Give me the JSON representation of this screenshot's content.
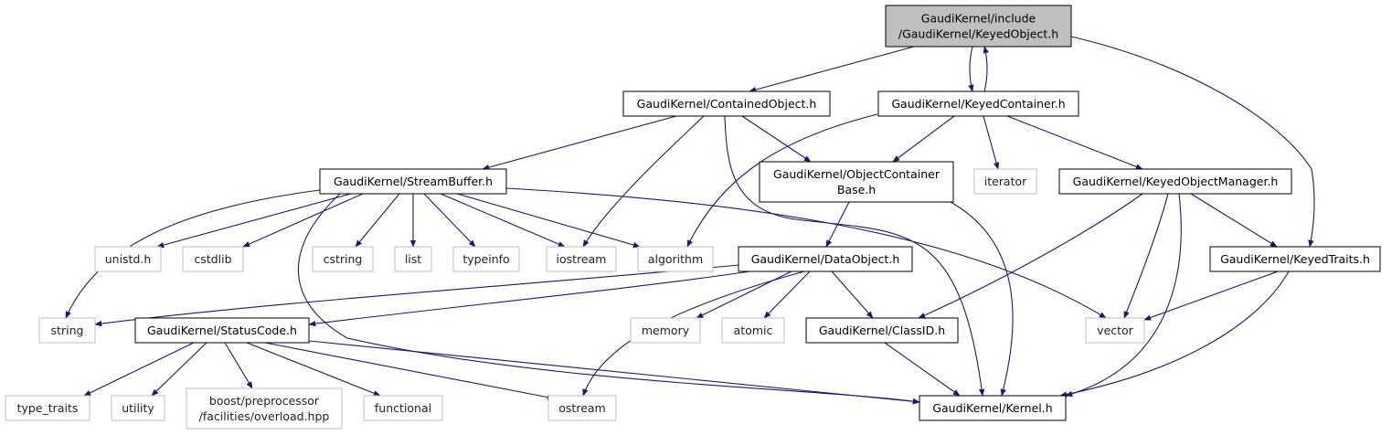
{
  "diagram": {
    "nodes": [
      {
        "id": "keyedobject",
        "lines": [
          "GaudiKernel/include",
          "/GaudiKernel/KeyedObject.h"
        ],
        "style": "root"
      },
      {
        "id": "containedobject",
        "lines": [
          "GaudiKernel/ContainedObject.h"
        ],
        "style": "linked"
      },
      {
        "id": "keyedcontainer",
        "lines": [
          "GaudiKernel/KeyedContainer.h"
        ],
        "style": "linked"
      },
      {
        "id": "streambuffer",
        "lines": [
          "GaudiKernel/StreamBuffer.h"
        ],
        "style": "linked"
      },
      {
        "id": "objectcontainerbase",
        "lines": [
          "GaudiKernel/ObjectContainer",
          "Base.h"
        ],
        "style": "linked"
      },
      {
        "id": "iterator",
        "lines": [
          "iterator"
        ],
        "style": "system"
      },
      {
        "id": "keyedobjectmanager",
        "lines": [
          "GaudiKernel/KeyedObjectManager.h"
        ],
        "style": "linked"
      },
      {
        "id": "unistd",
        "lines": [
          "unistd.h"
        ],
        "style": "system"
      },
      {
        "id": "cstdlib",
        "lines": [
          "cstdlib"
        ],
        "style": "system"
      },
      {
        "id": "cstring",
        "lines": [
          "cstring"
        ],
        "style": "system"
      },
      {
        "id": "list",
        "lines": [
          "list"
        ],
        "style": "system"
      },
      {
        "id": "typeinfo",
        "lines": [
          "typeinfo"
        ],
        "style": "system"
      },
      {
        "id": "iostream",
        "lines": [
          "iostream"
        ],
        "style": "system"
      },
      {
        "id": "algorithm",
        "lines": [
          "algorithm"
        ],
        "style": "system"
      },
      {
        "id": "dataobject",
        "lines": [
          "GaudiKernel/DataObject.h"
        ],
        "style": "linked"
      },
      {
        "id": "keyedtraits",
        "lines": [
          "GaudiKernel/KeyedTraits.h"
        ],
        "style": "linked"
      },
      {
        "id": "string",
        "lines": [
          "string"
        ],
        "style": "system"
      },
      {
        "id": "statuscode",
        "lines": [
          "GaudiKernel/StatusCode.h"
        ],
        "style": "linked"
      },
      {
        "id": "memory",
        "lines": [
          "memory"
        ],
        "style": "system"
      },
      {
        "id": "atomic",
        "lines": [
          "atomic"
        ],
        "style": "system"
      },
      {
        "id": "classid",
        "lines": [
          "GaudiKernel/ClassID.h"
        ],
        "style": "linked"
      },
      {
        "id": "vector",
        "lines": [
          "vector"
        ],
        "style": "system"
      },
      {
        "id": "type_traits",
        "lines": [
          "type_traits"
        ],
        "style": "system"
      },
      {
        "id": "utility",
        "lines": [
          "utility"
        ],
        "style": "system"
      },
      {
        "id": "boostpp",
        "lines": [
          "boost/preprocessor",
          "/facilities/overload.hpp"
        ],
        "style": "system"
      },
      {
        "id": "functional",
        "lines": [
          "functional"
        ],
        "style": "system"
      },
      {
        "id": "ostream",
        "lines": [
          "ostream"
        ],
        "style": "system"
      },
      {
        "id": "kernel",
        "lines": [
          "GaudiKernel/Kernel.h"
        ],
        "style": "linked"
      }
    ],
    "edges": [
      [
        "keyedobject",
        "containedobject"
      ],
      [
        "keyedobject",
        "keyedcontainer"
      ],
      [
        "keyedcontainer",
        "keyedobject"
      ],
      [
        "keyedobject",
        "keyedtraits"
      ],
      [
        "containedobject",
        "streambuffer"
      ],
      [
        "containedobject",
        "objectcontainerbase"
      ],
      [
        "containedobject",
        "iostream"
      ],
      [
        "containedobject",
        "kernel"
      ],
      [
        "keyedcontainer",
        "objectcontainerbase"
      ],
      [
        "keyedcontainer",
        "iterator"
      ],
      [
        "keyedcontainer",
        "keyedobjectmanager"
      ],
      [
        "keyedcontainer",
        "algorithm"
      ],
      [
        "streambuffer",
        "string"
      ],
      [
        "streambuffer",
        "unistd"
      ],
      [
        "streambuffer",
        "cstdlib"
      ],
      [
        "streambuffer",
        "cstring"
      ],
      [
        "streambuffer",
        "list"
      ],
      [
        "streambuffer",
        "typeinfo"
      ],
      [
        "streambuffer",
        "iostream"
      ],
      [
        "streambuffer",
        "algorithm"
      ],
      [
        "streambuffer",
        "vector"
      ],
      [
        "streambuffer",
        "kernel"
      ],
      [
        "objectcontainerbase",
        "dataobject"
      ],
      [
        "objectcontainerbase",
        "kernel"
      ],
      [
        "keyedobjectmanager",
        "keyedtraits"
      ],
      [
        "keyedobjectmanager",
        "classid"
      ],
      [
        "keyedobjectmanager",
        "vector"
      ],
      [
        "keyedobjectmanager",
        "kernel"
      ],
      [
        "dataobject",
        "string"
      ],
      [
        "dataobject",
        "statuscode"
      ],
      [
        "dataobject",
        "memory"
      ],
      [
        "dataobject",
        "atomic"
      ],
      [
        "dataobject",
        "classid"
      ],
      [
        "dataobject",
        "ostream"
      ],
      [
        "keyedtraits",
        "vector"
      ],
      [
        "keyedtraits",
        "kernel"
      ],
      [
        "statuscode",
        "type_traits"
      ],
      [
        "statuscode",
        "utility"
      ],
      [
        "statuscode",
        "boostpp"
      ],
      [
        "statuscode",
        "functional"
      ],
      [
        "statuscode",
        "ostream"
      ],
      [
        "statuscode",
        "kernel"
      ],
      [
        "classid",
        "kernel"
      ]
    ]
  },
  "colors": {
    "edge": "#191970",
    "root_fill": "#bfbfbf",
    "linked_border": "#000000",
    "system_border": "#bfbfbf"
  }
}
